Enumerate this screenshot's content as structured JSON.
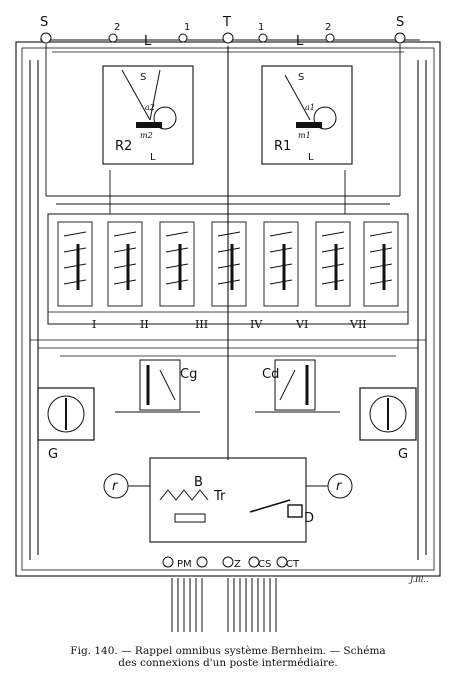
{
  "terminals_top": [
    "S",
    "2",
    "L",
    "1",
    "T",
    "1",
    "L",
    "2",
    "S"
  ],
  "relays": {
    "left": {
      "name": "R2",
      "sub_s": "S",
      "sub_l": "L",
      "arm": "a2",
      "mass": "m2"
    },
    "right": {
      "name": "R1",
      "sub_s": "S",
      "sub_l": "L",
      "arm": "a1",
      "mass": "m1"
    }
  },
  "switch_labels": [
    "I",
    "II",
    "III",
    "IV",
    "VI",
    "VII"
  ],
  "commutators": {
    "left": "Cg",
    "right": "Cd"
  },
  "galvanometers": {
    "left": "G",
    "right": "G"
  },
  "bottom_box": {
    "resistance_left": "r",
    "resistance_right": "r",
    "coil": "B",
    "transformer": "Tr",
    "detector": "D"
  },
  "bottom_terminals": [
    "PM",
    "Z",
    "CS",
    "CT"
  ],
  "engraver_mark": "J.Ill..",
  "caption": {
    "line1": "Fig. 140. — Rappel omnibus système Bernheim. — Schéma",
    "line2": "des connexions d'un poste intermédiaire."
  }
}
